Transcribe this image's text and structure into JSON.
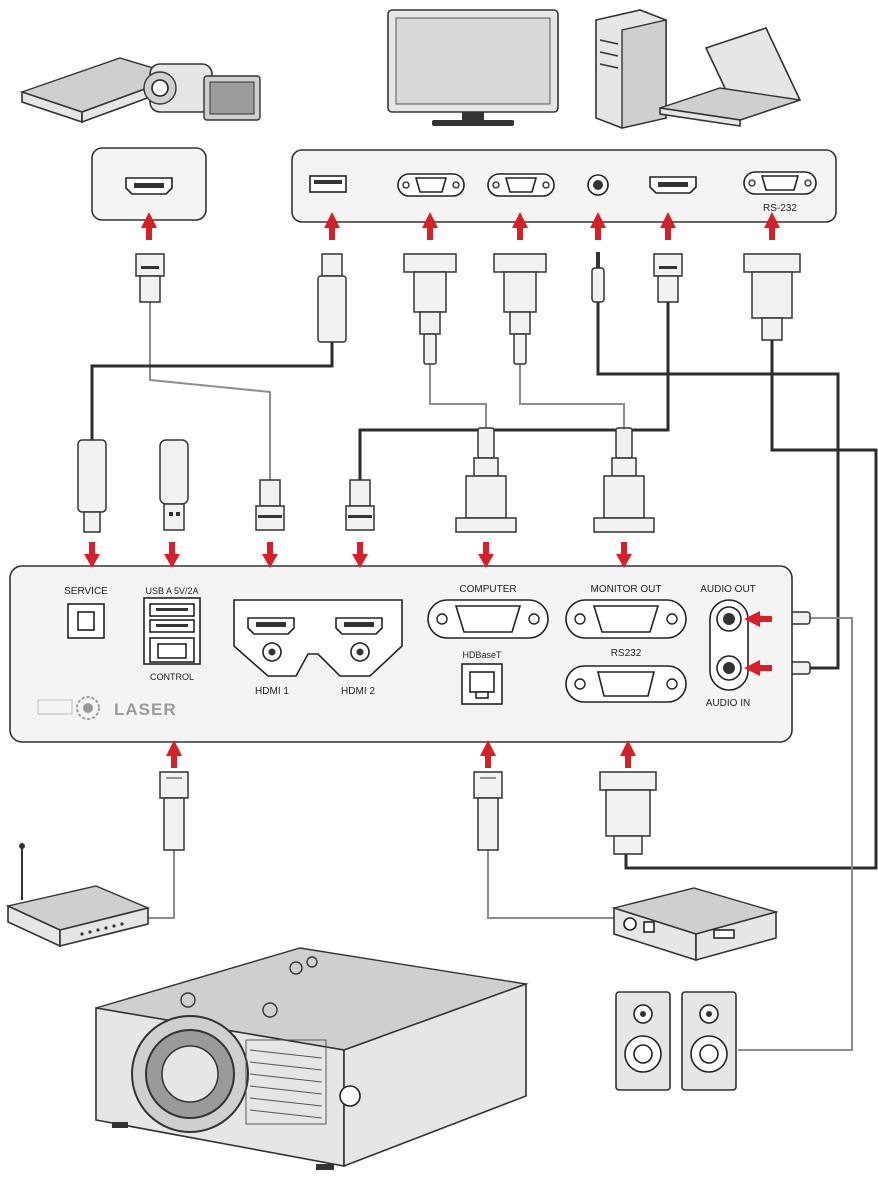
{
  "labels": {
    "rs232_top": "RS-232",
    "service": "SERVICE",
    "usb_a": "USB A  5V/2A",
    "control": "CONTROL",
    "hdmi1": "HDMI 1",
    "hdmi2": "HDMI 2",
    "computer": "COMPUTER",
    "hdbaset": "HDBaseT",
    "monitor_out": "MONITOR OUT",
    "rs232": "RS232",
    "audio_out": "AUDIO OUT",
    "audio_in": "AUDIO IN",
    "brand_laser": "LASER"
  },
  "icons": {
    "camcorder": "camcorder-icon",
    "monitor": "monitor-icon",
    "computer": "desktop-computer-icon",
    "laptop": "laptop-icon",
    "router": "router-icon",
    "hdbaset_tx": "hdbaset-transmitter-icon",
    "speakers": "speaker-icon",
    "projector": "projector-icon"
  },
  "colors": {
    "arrow": "#d61f26",
    "cable_dark": "#2d2d2d",
    "cable_light": "#8c8c8c"
  }
}
